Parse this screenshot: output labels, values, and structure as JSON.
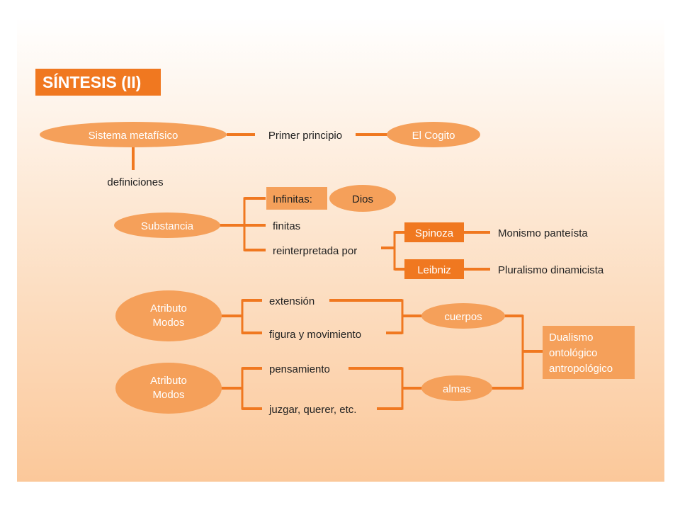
{
  "title": "SÍNTESIS (II)",
  "colors": {
    "accent": "#f07820",
    "ellipse": "#f5a05a",
    "text": "#222222"
  },
  "row1": {
    "sistema": "Sistema metafísico",
    "primer": "Primer principio",
    "cogito": "El Cogito",
    "definiciones": "definiciones"
  },
  "substancia": {
    "label": "Substancia",
    "infinitas": "Infinitas:",
    "dios": "Dios",
    "finitas": "finitas",
    "reinterpretada": "reinterpretada por",
    "spinoza": "Spinoza",
    "monismo": "Monismo panteísta",
    "leibniz": "Leibniz",
    "pluralismo": "Pluralismo dinamicista"
  },
  "atributo1": {
    "line1": "Atributo",
    "line2": "Modos",
    "extension": "extensión",
    "figura": "figura y movimiento",
    "cuerpos": "cuerpos"
  },
  "atributo2": {
    "line1": "Atributo",
    "line2": "Modos",
    "pensamiento": "pensamiento",
    "juzgar": "juzgar, querer, etc.",
    "almas": "almas"
  },
  "dualismo": {
    "line1": "Dualismo",
    "line2": "ontológico",
    "line3": "antropológico"
  }
}
